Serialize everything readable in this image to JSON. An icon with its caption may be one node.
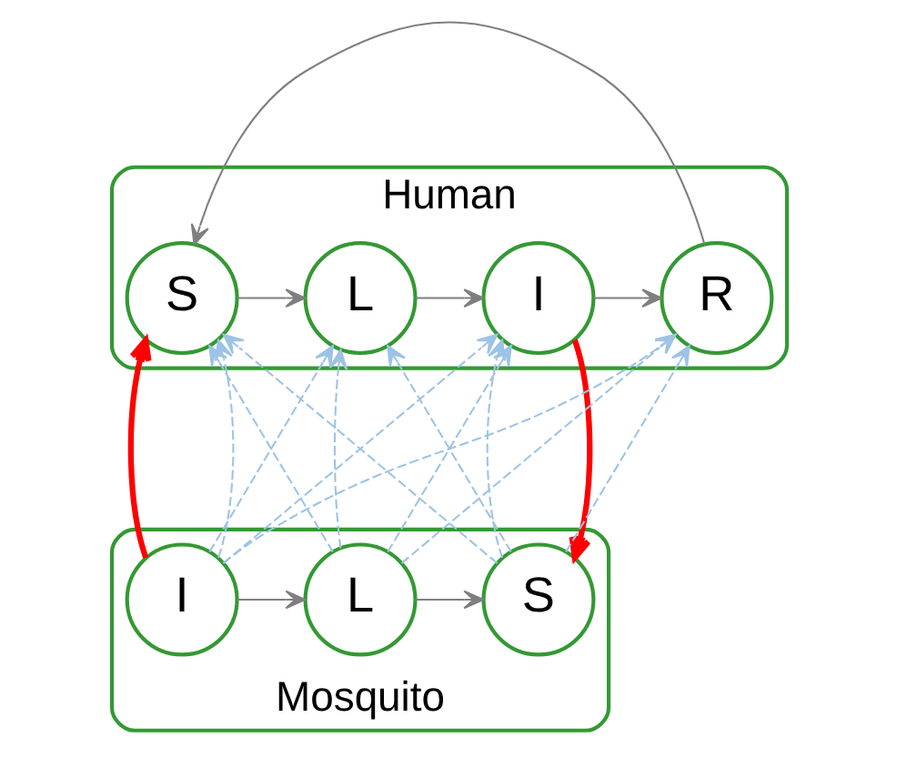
{
  "diagram": {
    "nodes": [
      {
        "text": [
          "Human"
        ]
      },
      {
        "text": [
          "S"
        ],
        "in": 0
      },
      {
        "text": [
          "L"
        ],
        "in": 0
      },
      {
        "text": [
          "I"
        ],
        "in": 0
      },
      {
        "text": [
          "R"
        ],
        "in": 0
      },
      {
        "text": [
          "Mosquito"
        ]
      },
      {
        "text": [
          "I"
        ],
        "in": 5
      },
      {
        "text": [
          "L"
        ],
        "in": 5
      },
      {
        "text": [
          "S"
        ],
        "in": 5
      }
    ],
    "edges": [
      {
        "from": 1,
        "to": 2,
        "arrow": "to",
        "color": "#7f7f7f"
      },
      {
        "from": 2,
        "to": 3,
        "arrow": "to",
        "color": "#7f7f7f"
      },
      {
        "from": 3,
        "to": 4,
        "arrow": "to",
        "color": "#7f7f7f"
      },
      {
        "from": 4,
        "to": 1,
        "arrow": "to",
        "color": "#7f7f7f"
      },
      {
        "from": 6,
        "to": 7,
        "arrow": "to",
        "color": "#7f7f7f"
      },
      {
        "from": 7,
        "to": 8,
        "arrow": "to",
        "color": "#7f7f7f"
      },
      {
        "from": 6,
        "to": 1,
        "arrow": "to",
        "style": "thick",
        "color": "#ff0000"
      },
      {
        "from": 3,
        "to": 8,
        "arrow": "to",
        "style": "thick",
        "color": "#ff0000"
      },
      {
        "from": 6,
        "to": 1,
        "arrow": "to",
        "style": "dashed"
      },
      {
        "from": 6,
        "to": 2,
        "arrow": "to",
        "style": "dashed"
      },
      {
        "from": 6,
        "to": 3,
        "arrow": "to",
        "style": "dashed"
      },
      {
        "from": 6,
        "to": 4,
        "arrow": "to",
        "style": "dashed"
      },
      {
        "from": 7,
        "to": 1,
        "arrow": "to",
        "style": "dashed"
      },
      {
        "from": 7,
        "to": 2,
        "arrow": "to",
        "style": "dashed"
      },
      {
        "from": 7,
        "to": 3,
        "arrow": "to",
        "style": "dashed"
      },
      {
        "from": 7,
        "to": 4,
        "arrow": "to",
        "style": "dashed"
      },
      {
        "from": 8,
        "to": 1,
        "arrow": "to",
        "style": "dashed"
      },
      {
        "from": 8,
        "to": 2,
        "arrow": "to",
        "style": "dashed"
      },
      {
        "from": 8,
        "to": 3,
        "arrow": "to",
        "style": "dashed"
      },
      {
        "from": 8,
        "to": 4,
        "arrow": "to",
        "style": "dashed"
      }
    ]
  }
}
